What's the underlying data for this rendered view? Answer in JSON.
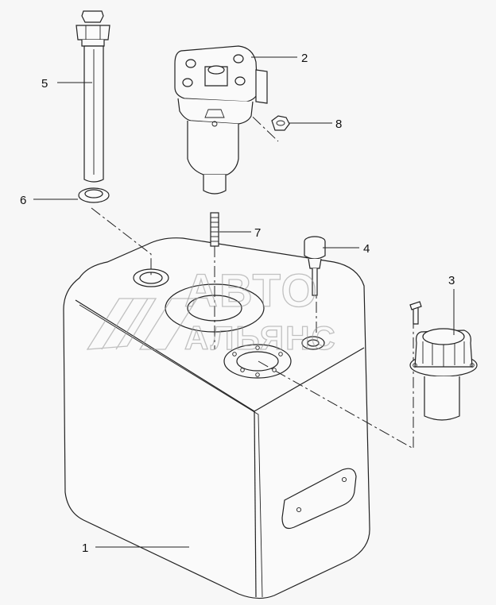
{
  "diagram": {
    "callouts": [
      {
        "id": "1",
        "label": "1"
      },
      {
        "id": "2",
        "label": "2"
      },
      {
        "id": "3",
        "label": "3"
      },
      {
        "id": "4",
        "label": "4"
      },
      {
        "id": "5",
        "label": "5"
      },
      {
        "id": "6",
        "label": "6"
      },
      {
        "id": "7",
        "label": "7"
      },
      {
        "id": "8",
        "label": "8"
      }
    ]
  },
  "watermark": {
    "line1": "АВТО",
    "line2": "АЛЬЯНС"
  },
  "colors": {
    "background": "#f7f7f7",
    "line": "#222222",
    "watermark": "#9a9a9a"
  }
}
